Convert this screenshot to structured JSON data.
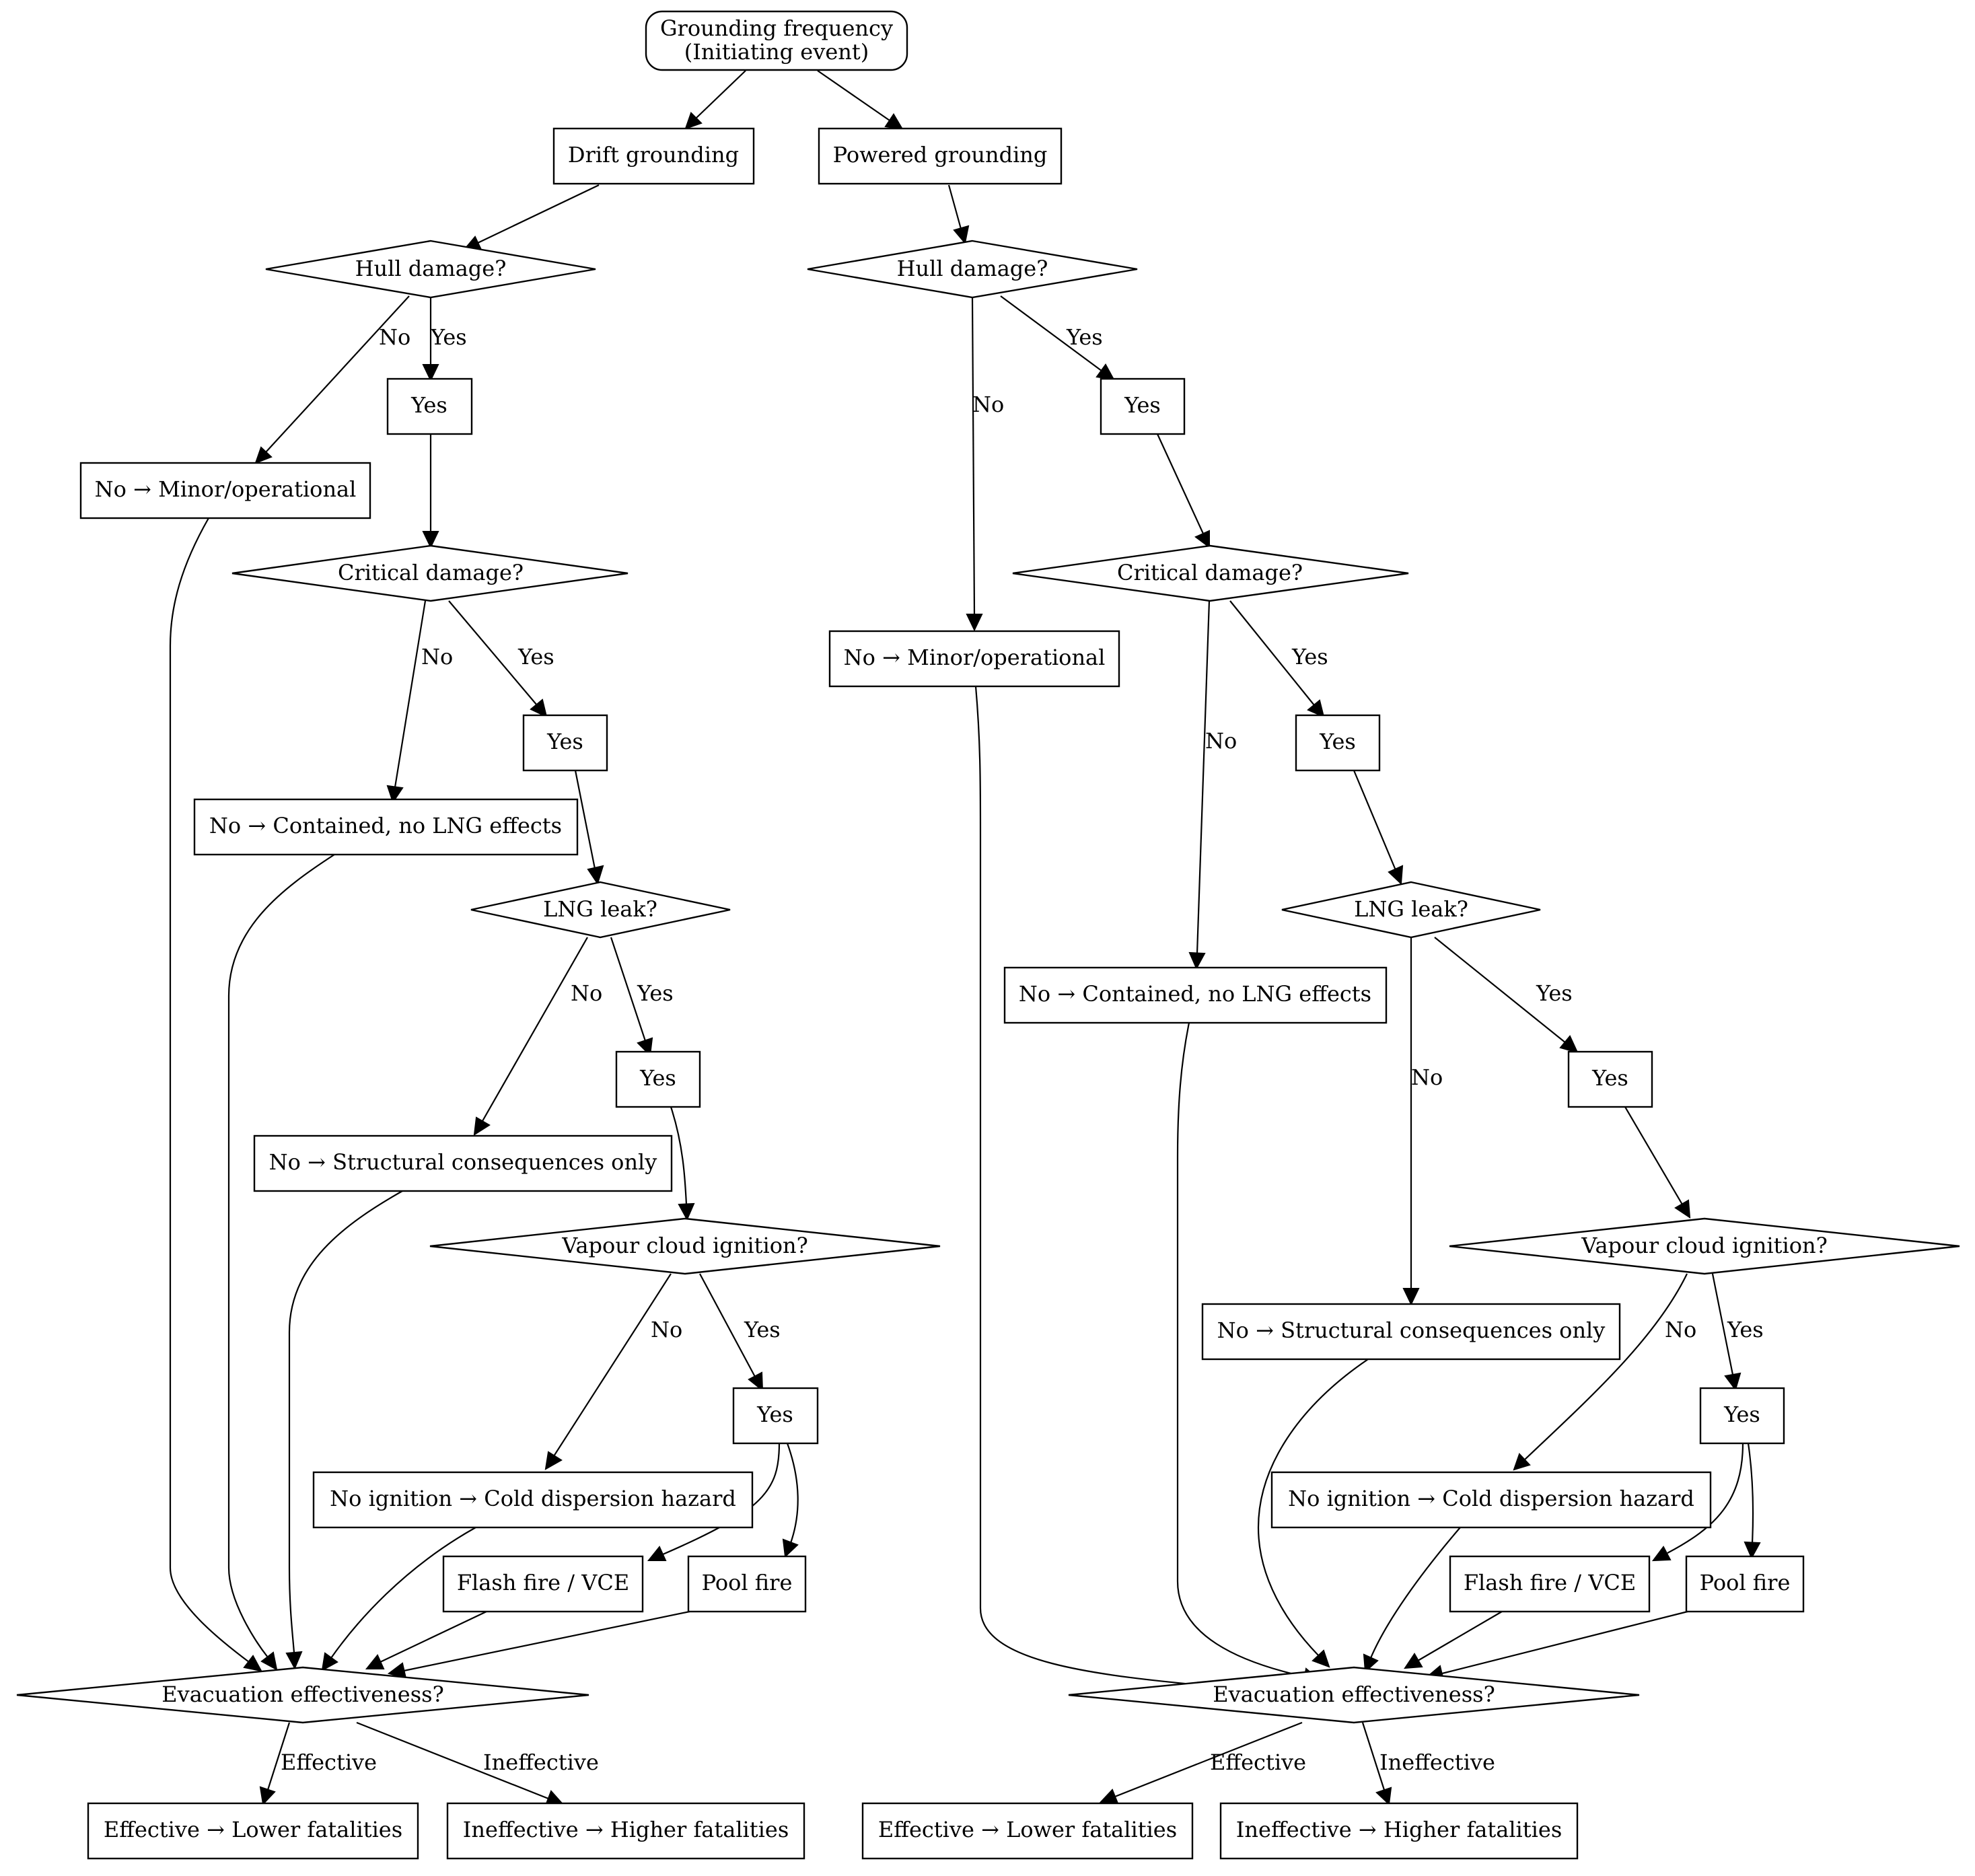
{
  "diagram": {
    "root": {
      "line1": "Grounding frequency",
      "line2": "(Initiating event)"
    },
    "left": {
      "branch": "Drift grounding",
      "hull_q": "Hull damage?",
      "hull_yes": "Yes",
      "hull_no": "No → Minor/operational",
      "crit_q": "Critical damage?",
      "crit_yes": "Yes",
      "crit_no": "No → Contained, no LNG effects",
      "leak_q": "LNG leak?",
      "leak_yes": "Yes",
      "leak_no": "No → Structural consequences only",
      "ign_q": "Vapour cloud ignition?",
      "ign_yes": "Yes",
      "ign_no": "No ignition → Cold dispersion hazard",
      "flash": "Flash fire / VCE",
      "pool": "Pool fire",
      "evac_q": "Evacuation effectiveness?",
      "eff": "Effective → Lower fatalities",
      "ineff": "Ineffective → Higher fatalities"
    },
    "right": {
      "branch": "Powered grounding",
      "hull_q": "Hull damage?",
      "hull_yes": "Yes",
      "hull_no": "No → Minor/operational",
      "crit_q": "Critical damage?",
      "crit_yes": "Yes",
      "crit_no": "No → Contained, no LNG effects",
      "leak_q": "LNG leak?",
      "leak_yes": "Yes",
      "leak_no": "No → Structural consequences only",
      "ign_q": "Vapour cloud ignition?",
      "ign_yes": "Yes",
      "ign_no": "No ignition → Cold dispersion hazard",
      "flash": "Flash fire / VCE",
      "pool": "Pool fire",
      "evac_q": "Evacuation effectiveness?",
      "eff": "Effective → Lower fatalities",
      "ineff": "Ineffective → Higher fatalities"
    },
    "edge_labels": {
      "yes": "Yes",
      "no": "No",
      "effective": "Effective",
      "ineffective": "Ineffective"
    }
  }
}
